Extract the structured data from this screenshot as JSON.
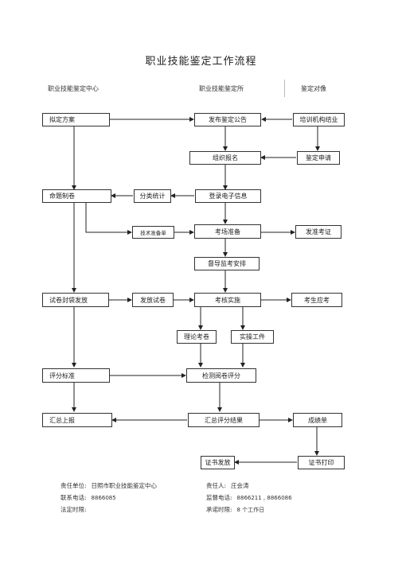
{
  "title": "职业技能鉴定工作流程",
  "columns": {
    "center": "职业技能鉴定中心",
    "station": "职业技能鉴定所",
    "target": "鉴定对像"
  },
  "nodes": {
    "nidingfangan": "拟定方案",
    "fabugonggao": "发布鉴定公告",
    "peixunjigou": "培训机构结业",
    "zuzhibaoming": "组织报名",
    "jiandingshenqing": "鉴定申请",
    "mingtizhijuan": "命题制卷",
    "fenleitongji": "分类统计",
    "dianzixinxi": "登录电子信息",
    "jishuzhunbei": "技术准备单",
    "kaochangzhunbei": "考场准备",
    "fazhunkaozheng": "发准考证",
    "dudaojiankao": "督导监考安排",
    "shijuanfengdai": "试卷封袋发放",
    "fafangshijuan": "发放试卷",
    "kaohesheshi": "考核实施",
    "kaoshengyingkao": "考生应考",
    "lilunkaojuan": "理论考卷",
    "shicaogongjian": "实操工件",
    "pingfenbiaozhun": "评分标准",
    "jianceyuejuan": "检测阅卷评分",
    "huizongshangbao": "汇总上报",
    "huizongpingfen": "汇总评分结果",
    "chengjidan": "成绩单",
    "zhengshufafang": "证书发放",
    "zhengshudayin": "证书打印"
  },
  "footer": {
    "unit_label": "责任单位:",
    "unit_value": "日照市职业技能鉴定中心",
    "person_label": "责任人:",
    "person_value": "庄会涛",
    "phone_label": "联系电话:",
    "phone_value": "8866085",
    "supervise_label": "监督电话:",
    "supervise_value": "8866211 , 8866086",
    "legal_label": "法定时限:",
    "legal_value": "",
    "promise_label": "承诺时限:",
    "promise_value": "8 个工作日"
  }
}
